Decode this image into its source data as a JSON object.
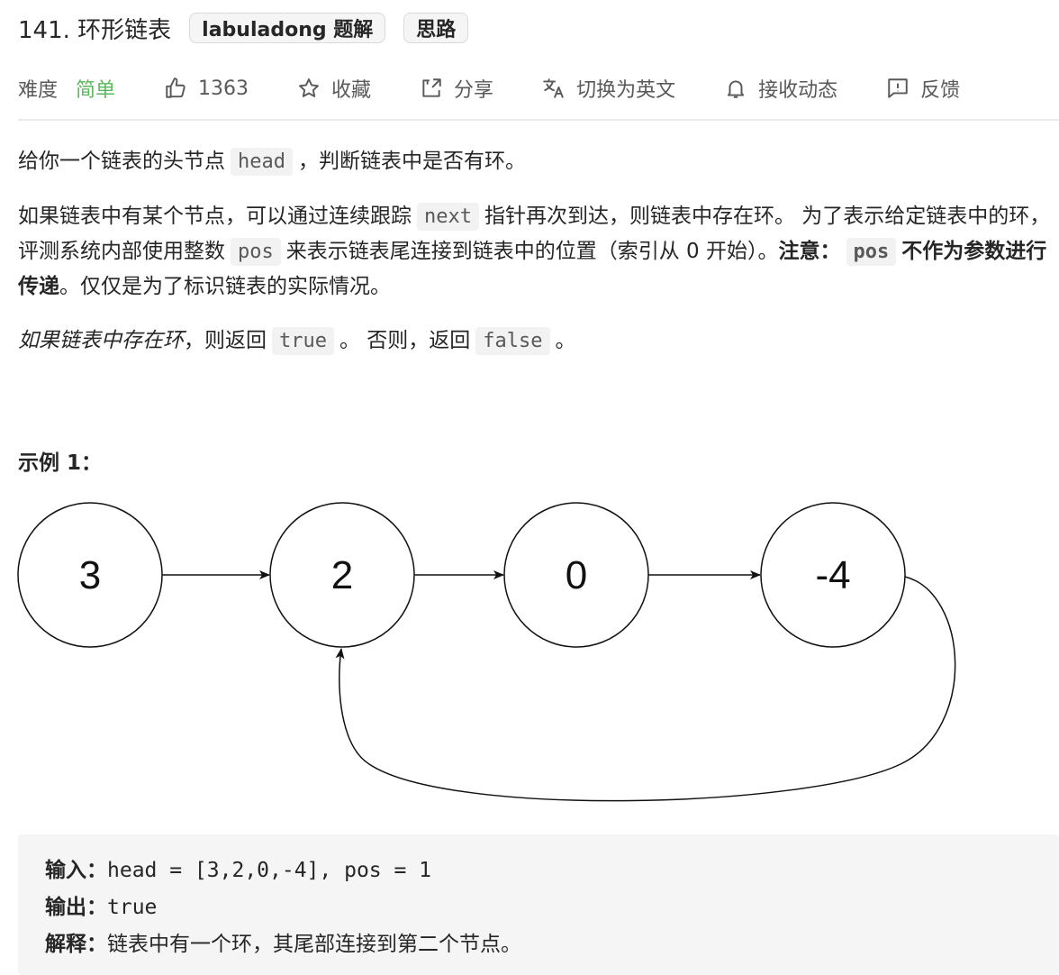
{
  "problem": {
    "title": "141. 环形链表",
    "tags": [
      "labuladong 题解",
      "思路"
    ]
  },
  "meta": {
    "difficulty_label": "难度",
    "difficulty_value": "简单",
    "likes": "1363",
    "favorite_label": "收藏",
    "share_label": "分享",
    "switch_lang_label": "切换为英文",
    "subscribe_label": "接收动态",
    "feedback_label": "反馈"
  },
  "description": {
    "p1": {
      "before": "给你一个链表的头节点",
      "code": "head",
      "after": "，判断链表中是否有环。"
    },
    "p2": {
      "t1": "如果链表中有某个节点，可以通过连续跟踪",
      "c1": "next",
      "t2": "指针再次到达，则链表中存在环。 为了表示给定链表中的环，评测系统内部使用整数",
      "c2": "pos",
      "t3": "来表示链表尾连接到链表中的位置（索引从 0 开始）。",
      "note_label": "注意：",
      "c3": "pos",
      "note_bold": "不作为参数进行传递",
      "t4": "。仅仅是为了标识链表的实际情况。"
    },
    "p3": {
      "italic": "如果链表中存在环",
      "t1": "，则返回",
      "c1": "true",
      "t2": "。 否则，返回",
      "c2": "false",
      "t3": "。"
    }
  },
  "example": {
    "title": "示例 1：",
    "nodes": [
      "3",
      "2",
      "0",
      "-4"
    ],
    "input_label": "输入：",
    "input_value": "head = [3,2,0,-4], pos = 1",
    "output_label": "输出：",
    "output_value": "true",
    "explain_label": "解释：",
    "explain_value": "链表中有一个环，其尾部连接到第二个节点。"
  }
}
